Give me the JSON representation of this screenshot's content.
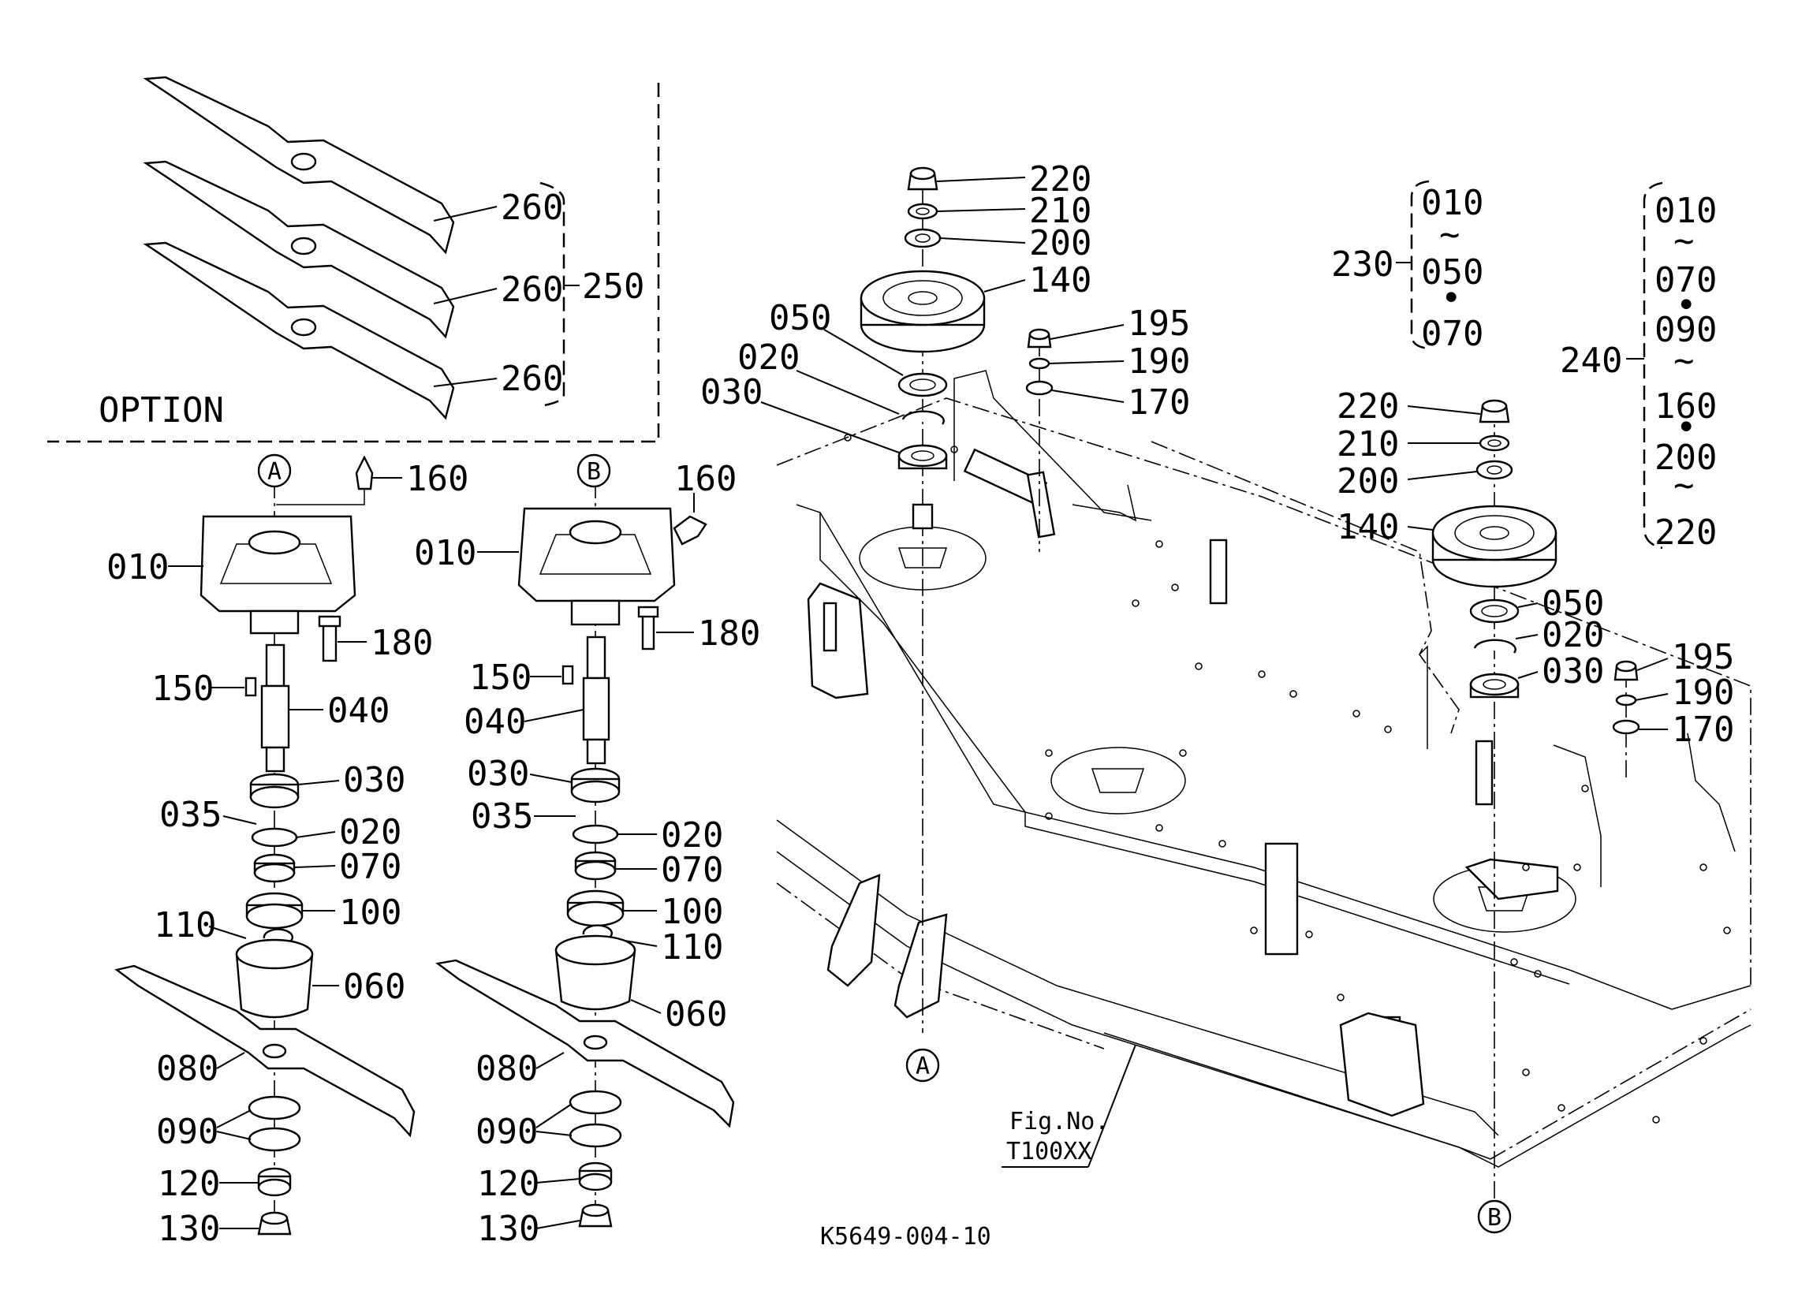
{
  "option_label": "OPTION",
  "figure_ref": {
    "line1": "Fig.No.",
    "line2": "T100XX"
  },
  "drawing_code": "K5649-004-10",
  "markers": {
    "a": "A",
    "b": "B"
  },
  "option_callouts": {
    "blade_1": "260",
    "blade_2": "260",
    "blade_3": "260",
    "blade_set": "250"
  },
  "spindle_a_callouts": {
    "grease_fitting": "160",
    "housing": "010",
    "bolt": "180",
    "key": "150",
    "shaft": "040",
    "bearing_upper": "030",
    "spacer": "035",
    "snap_ring": "020",
    "bearing_lower": "070",
    "seal": "100",
    "circlip": "110",
    "cup": "060",
    "blade": "080",
    "washers": "090",
    "lock_washer": "120",
    "nut": "130"
  },
  "spindle_b_callouts": {
    "grease_fitting": "160",
    "housing": "010",
    "bolt": "180",
    "key": "150",
    "shaft": "040",
    "bearing_upper": "030",
    "spacer": "035",
    "snap_ring": "020",
    "bearing_lower": "070",
    "seal": "100",
    "circlip": "110",
    "cup": "060",
    "blade": "080",
    "washers": "090",
    "lock_washer": "120",
    "nut": "130"
  },
  "pulley_a_callouts": {
    "nut": "220",
    "lock_washer": "210",
    "washer": "200",
    "pulley": "140",
    "seal": "050",
    "snap_ring": "020",
    "bearing": "030",
    "bolt_nut": "195",
    "bolt_washer": "190",
    "bolt_plate": "170"
  },
  "pulley_b_callouts": {
    "nut": "220",
    "lock_washer": "210",
    "washer": "200",
    "pulley": "140",
    "seal": "050",
    "snap_ring": "020",
    "bearing": "030",
    "bolt_nut": "195",
    "bolt_washer": "190",
    "bolt_plate": "170"
  },
  "assembly_230": {
    "ref": "230",
    "items": [
      "010",
      "~",
      "050",
      "•",
      "070"
    ]
  },
  "assembly_240": {
    "ref": "240",
    "items": [
      "010",
      "~",
      "070",
      "•",
      "090",
      "~",
      "160",
      "•",
      "200",
      "~",
      "220"
    ]
  }
}
